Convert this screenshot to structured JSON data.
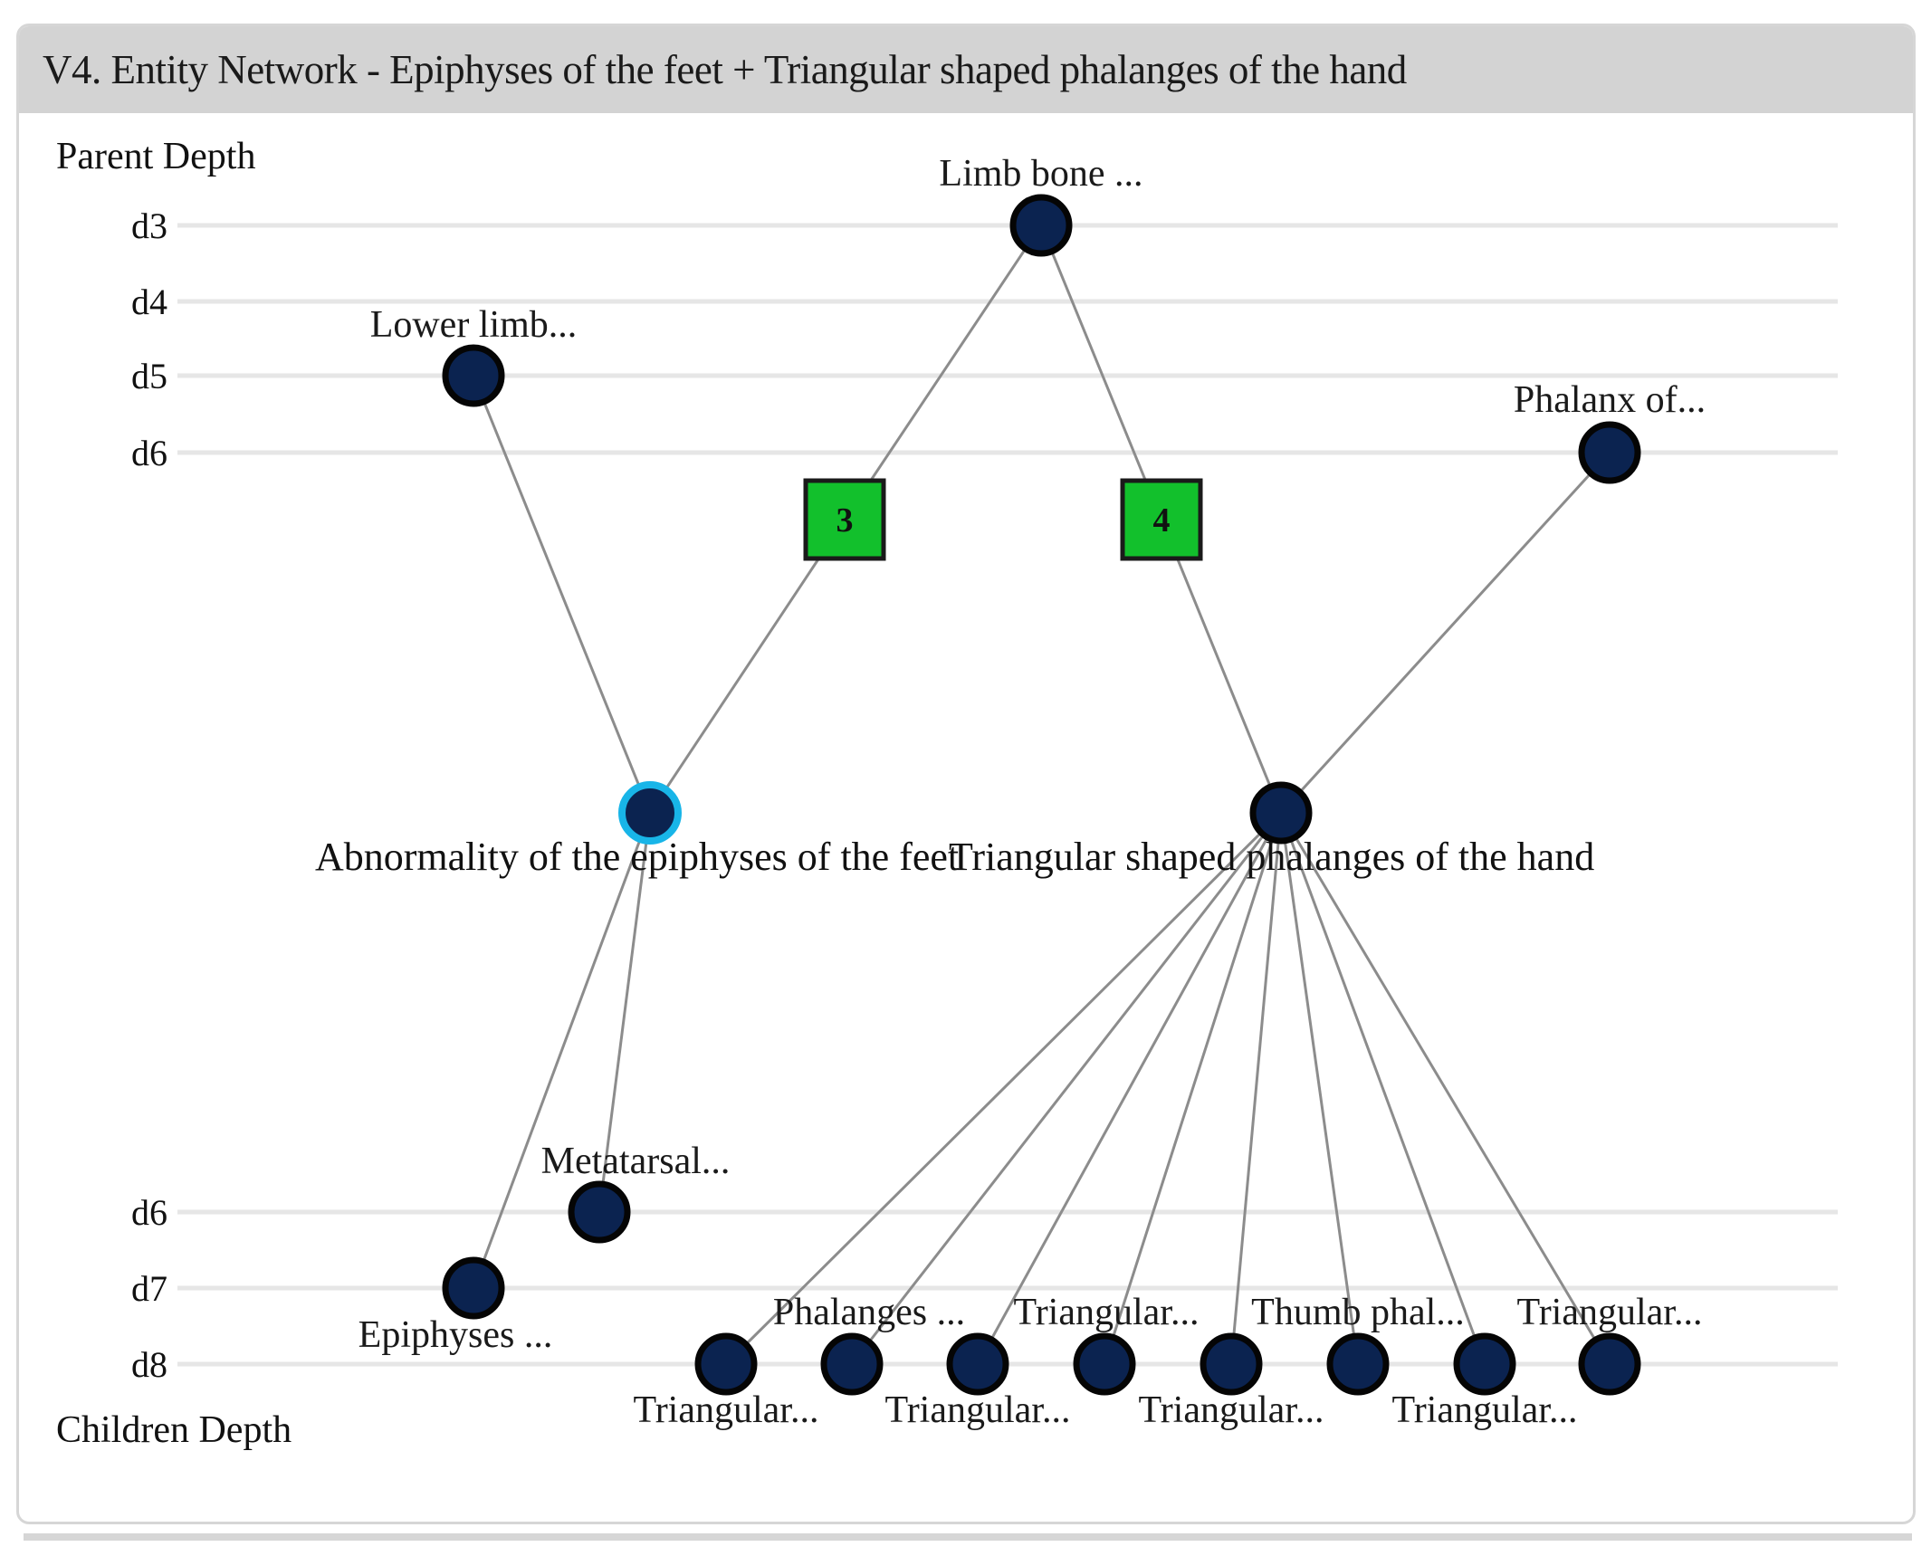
{
  "panel": {
    "title": "V4. Entity Network - Epiphyses of the feet + Triangular shaped phalanges of the hand"
  },
  "axis": {
    "parent_title": "Parent Depth",
    "children_title": "Children Depth",
    "parent_levels": [
      "d3",
      "d4",
      "d5",
      "d6"
    ],
    "child_levels": [
      "d6",
      "d7",
      "d8"
    ]
  },
  "colors": {
    "node_fill": "#0b2350",
    "node_stroke": "#050505",
    "selected_ring": "#18b5e8",
    "group_box": "#12c02c",
    "edge": "#8c8c8c",
    "gridline": "#e6e6e6",
    "header": "#d3d3d3"
  },
  "groups": [
    {
      "id": "g3",
      "label": "3"
    },
    {
      "id": "g4",
      "label": "4"
    }
  ],
  "nodes": [
    {
      "id": "limb",
      "label": "Limb bone ...",
      "role": "parent"
    },
    {
      "id": "lower",
      "label": "Lower limb...",
      "role": "parent"
    },
    {
      "id": "phalanx",
      "label": "Phalanx of...",
      "role": "parent"
    },
    {
      "id": "abn",
      "label": "Abnormality of the epiphyses of the feet",
      "role": "focus",
      "selected": true
    },
    {
      "id": "tri",
      "label": "Triangular shaped phalanges of the hand",
      "role": "focus",
      "selected": false
    },
    {
      "id": "meta",
      "label": "Metatarsal...",
      "role": "child"
    },
    {
      "id": "epi",
      "label": "Epiphyses ...",
      "role": "child"
    },
    {
      "id": "c1",
      "label": "Triangular...",
      "role": "child"
    },
    {
      "id": "c2",
      "label": "Phalanges ...",
      "role": "child"
    },
    {
      "id": "c3",
      "label": "Triangular...",
      "role": "child"
    },
    {
      "id": "c4",
      "label": "Triangular...",
      "role": "child"
    },
    {
      "id": "c5",
      "label": "Triangular...",
      "role": "child"
    },
    {
      "id": "c6",
      "label": "Thumb phal...",
      "role": "child"
    },
    {
      "id": "c7",
      "label": "Triangular...",
      "role": "child"
    },
    {
      "id": "c8",
      "label": "Triangular...",
      "role": "child"
    }
  ],
  "edges": [
    [
      "limb",
      "g3"
    ],
    [
      "g3",
      "abn"
    ],
    [
      "limb",
      "g4"
    ],
    [
      "g4",
      "tri"
    ],
    [
      "lower",
      "abn"
    ],
    [
      "phalanx",
      "tri"
    ],
    [
      "abn",
      "epi"
    ],
    [
      "abn",
      "meta"
    ],
    [
      "tri",
      "c1"
    ],
    [
      "tri",
      "c2"
    ],
    [
      "tri",
      "c3"
    ],
    [
      "tri",
      "c4"
    ],
    [
      "tri",
      "c5"
    ],
    [
      "tri",
      "c6"
    ],
    [
      "tri",
      "c7"
    ],
    [
      "tri",
      "c8"
    ]
  ]
}
